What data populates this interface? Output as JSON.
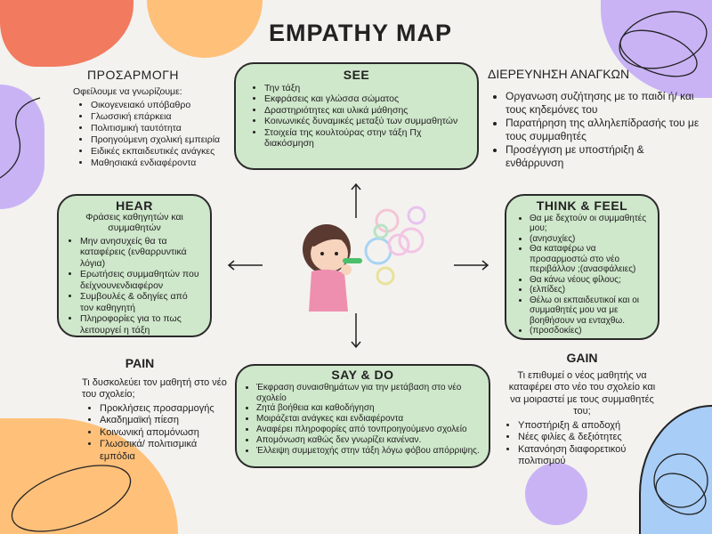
{
  "title": "EMPATHY MAP",
  "adaptation": {
    "heading": "ΠΡΟΣΑΡΜΟΓΗ",
    "intro": "Οφείλουμε να γνωρίζουμε:",
    "items": [
      "Οικογενειακό υπόβαθρο",
      "Γλωσσική επάρκεια",
      "Πολιτισμική ταυτότητα",
      "Προηγούμενη σχολική εμπειρία",
      "Ειδικές εκπαιδευτικές ανάγκες",
      "Μαθησιακά ενδιαφέροντα"
    ]
  },
  "see": {
    "heading": "SEE",
    "items": [
      "Την τάξη",
      "Εκφράσεις και γλώσσα σώματος",
      "Δραστηριότητες και υλικά μάθησης",
      "Κοινωνικές δυναμικές μεταξύ των συμμαθητών",
      "Στοιχεία της κουλτούρας στην τάξη Πχ διακόσμηση"
    ]
  },
  "needs": {
    "heading": "ΔΙΕΡΕΥΝΗΣΗ ΑΝΑΓΚΩΝ",
    "items": [
      "Οργανωση συζήτησης με το παιδί ή/ και τους κηδεμόνες του",
      "Παρατήρηση της αλληλεπίδρασής του με τους συμμαθητές",
      "Προσέγγιση με υποστήριξη & ενθάρρυνση"
    ]
  },
  "hear": {
    "heading": "HEAR",
    "intro": "Φράσεις καθηγητών και συμμαθητών",
    "items": [
      "Μην ανησυχείς θα τα καταφέρεις (ενθαρρυντικά λόγια)",
      "Ερωτήσεις συμμαθητών που δείχνουνενδιαφέρον",
      "Συμβουλές & οδηγίες από τον καθηγητή",
      "Πληροφορίες για το πως λειτουργεί η τάξη"
    ]
  },
  "think": {
    "heading": "THINK & FEEL",
    "items": [
      "Θα με δεχτούν οι συμμαθητές μου;",
      "(ανησυχίες)",
      "Θα καταφέρω να προσαρμοστώ στο νέο περιβάλλον ;(ανασφάλειες)",
      "Θα κάνω νέους φίλους;",
      "(ελπίδες)",
      "Θέλω οι εκπαιδευτικοί και οι συμμαθητές μου να με βοηθήσουν να ενταχθω.",
      "(προσδοκίες)"
    ]
  },
  "pain": {
    "heading": "PAIN",
    "intro": "Τι δυσκολεύει τον μαθητή στο νέο του σχολείο;",
    "items": [
      "Προκλήσεις προσαρμογής",
      "Ακαδημαϊκή πίεση",
      "Κοινωνική απομόνωση",
      "Γλωσσικά/ πολιτισμικά εμπόδια"
    ]
  },
  "say": {
    "heading": "SAY & DO",
    "items": [
      "Έκφραση συναισθημάτων για την μετάβαση στο νέο σχολείο",
      "Ζητά βοήθεια και καθοδήγηση",
      "Μοιράζεται ανάγκες και ενδιαφέροντα",
      "Αναφέρει πληροφορίες από τονπρoηγούμενο σχολείο",
      "Απομόνωση καθώς δεν γνωρίζει κανέναν.",
      "Έλλειψη συμμετοχής στην τάξη λόγω φόβου απόρριψης."
    ]
  },
  "gain": {
    "heading": "GAIN",
    "intro": "Τι επιθυμεί ο νέος μαθητής να καταφέρει στο νέο του σχολείο και να μοιραστεί με τους συμμαθητές του;",
    "items": [
      "Υποστήριξη & αποδοχή",
      "Νέες φιλίες & δεξιότητες",
      "Κατανόηση διαφορετικού πολιτισμού"
    ]
  },
  "colors": {
    "box": "#cfe7cb",
    "coral": "#f27a5e",
    "orange": "#ffc07a",
    "purple": "#c9b3f5",
    "blue": "#a8cdf7"
  }
}
